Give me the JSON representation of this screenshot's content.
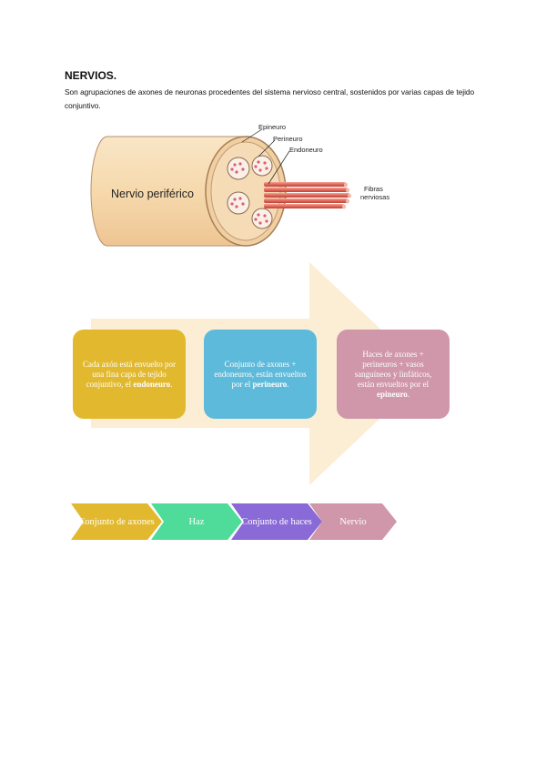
{
  "heading": "NERVIOS.",
  "intro": "Son agrupaciones de axones de neuronas procedentes del sistema nervioso central, sostenidos por varias capas de tejido conjuntivo.",
  "figure": {
    "main_label": "Nervio periférico",
    "labels": {
      "epineuro": "Epineuro",
      "perineuro": "Perineuro",
      "endoneuro": "Endoneuro",
      "fibras_1": "Fibras",
      "fibras_2": "nerviosas"
    },
    "colors": {
      "cylinder": "#f7dfb8",
      "cylinder_edge": "#b8906a",
      "fibers": "#e06a5c"
    }
  },
  "cards": [
    {
      "text": "Cada axón está envuelto por una fina capa de tejido conjuntivo, el",
      "bold": "endoneuro",
      "tail": ".",
      "color": "#e2b92e"
    },
    {
      "text": "Conjunto de axones + endoneuros, están envueltos por el",
      "bold": "perineuro",
      "tail": ".",
      "color": "#5ebadb"
    },
    {
      "text": "Haces de axones + perineuros + vasos sanguíneos y linfáticos, están envueltos por el",
      "bold": "epineuro",
      "tail": ".",
      "color": "#d096aa"
    }
  ],
  "big_arrow_color": "#fbeed5",
  "steps": [
    {
      "label": "Conjunto de axones",
      "color": "#e2b92e"
    },
    {
      "label": "Haz",
      "color": "#4fdc9a"
    },
    {
      "label": "Conjunto de haces",
      "color": "#8a6ad6"
    },
    {
      "label": "Nervio",
      "color": "#d096aa"
    }
  ]
}
